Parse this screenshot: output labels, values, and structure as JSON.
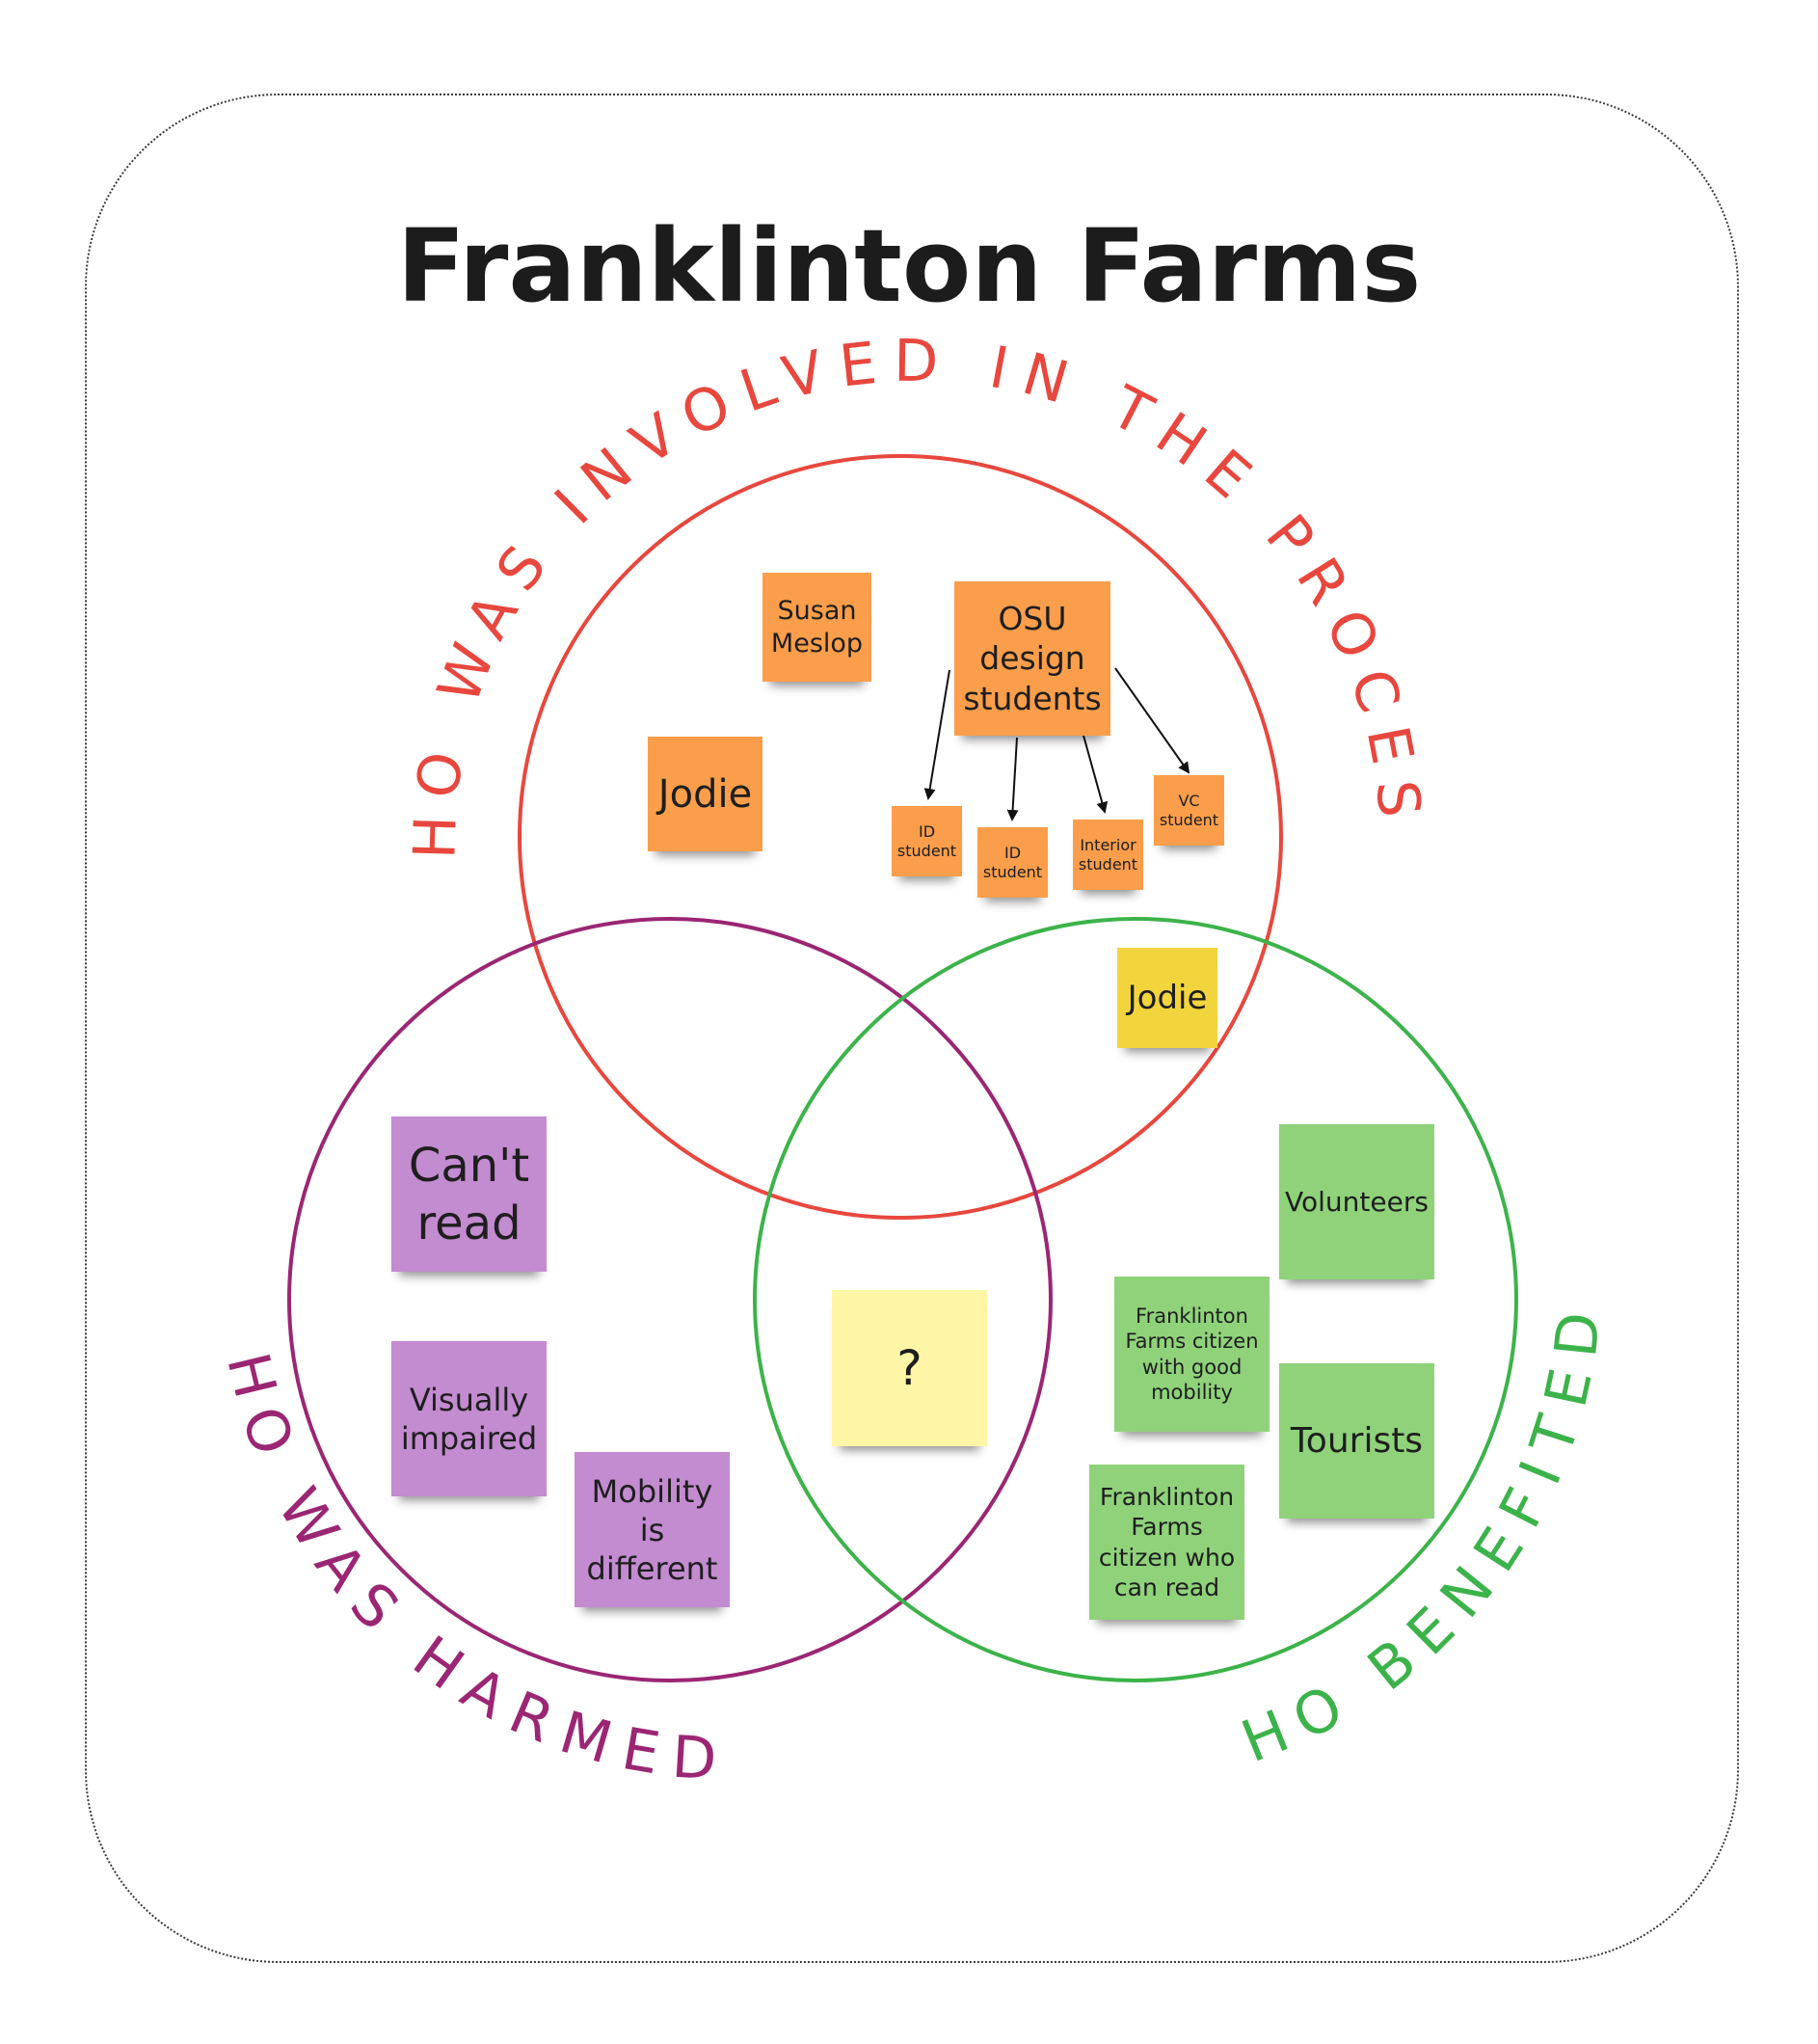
{
  "title": "Franklinton Farms",
  "colors": {
    "involved": "#e8473e",
    "harmed": "#9b2673",
    "benefited": "#3cb34a",
    "orange_note": "#fb9e4b",
    "yellow_note": "#f2d53c",
    "pale_yellow_note": "#fef6a6",
    "purple_note": "#c38bd0",
    "green_note": "#8fd27a"
  },
  "circles": {
    "involved": {
      "label": "WHO WAS INVOLVED IN THE PROCESS?"
    },
    "harmed": {
      "label": "WHO WAS HARMED?"
    },
    "benefited": {
      "label": "WHO BENEFITED?"
    }
  },
  "notes": {
    "susan": "Susan Meslop",
    "osu": "OSU design students",
    "jodie_orange": "Jodie",
    "id_student_1": "ID student",
    "id_student_2": "ID student",
    "interior_student": "Interior student",
    "vc_student": "VC student",
    "jodie_yellow": "Jodie",
    "cant_read": "Can't read",
    "visually_impaired": "Visually impaired",
    "mobility": "Mobility is different",
    "question": "?",
    "volunteers": "Volunteers",
    "ff_citizen_mobility": "Franklinton Farms citizen with good mobility",
    "tourists": "Tourists",
    "ff_citizen_read": "Franklinton Farms citizen who can read"
  }
}
